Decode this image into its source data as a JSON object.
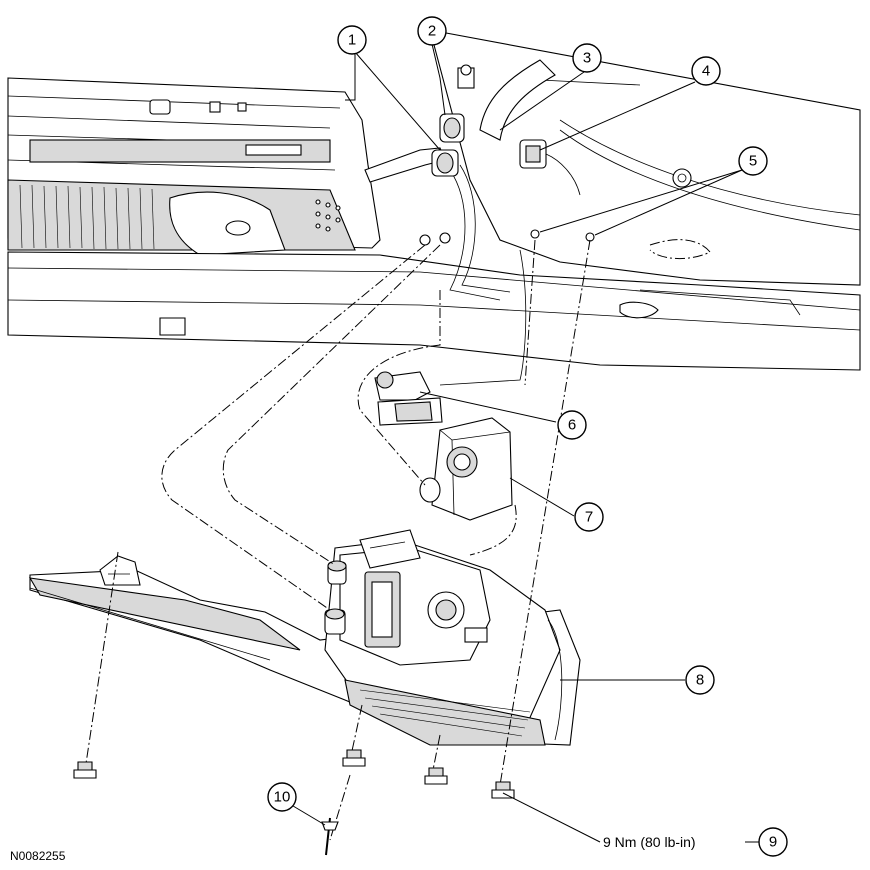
{
  "figure": {
    "id_label": "N0082255"
  },
  "callouts": [
    {
      "number": "1"
    },
    {
      "number": "2"
    },
    {
      "number": "3"
    },
    {
      "number": "4"
    },
    {
      "number": "5"
    },
    {
      "number": "6"
    },
    {
      "number": "7"
    },
    {
      "number": "8"
    },
    {
      "number": "9"
    },
    {
      "number": "10"
    }
  ],
  "torque_spec": {
    "text": "9 Nm (80 lb-in)"
  }
}
